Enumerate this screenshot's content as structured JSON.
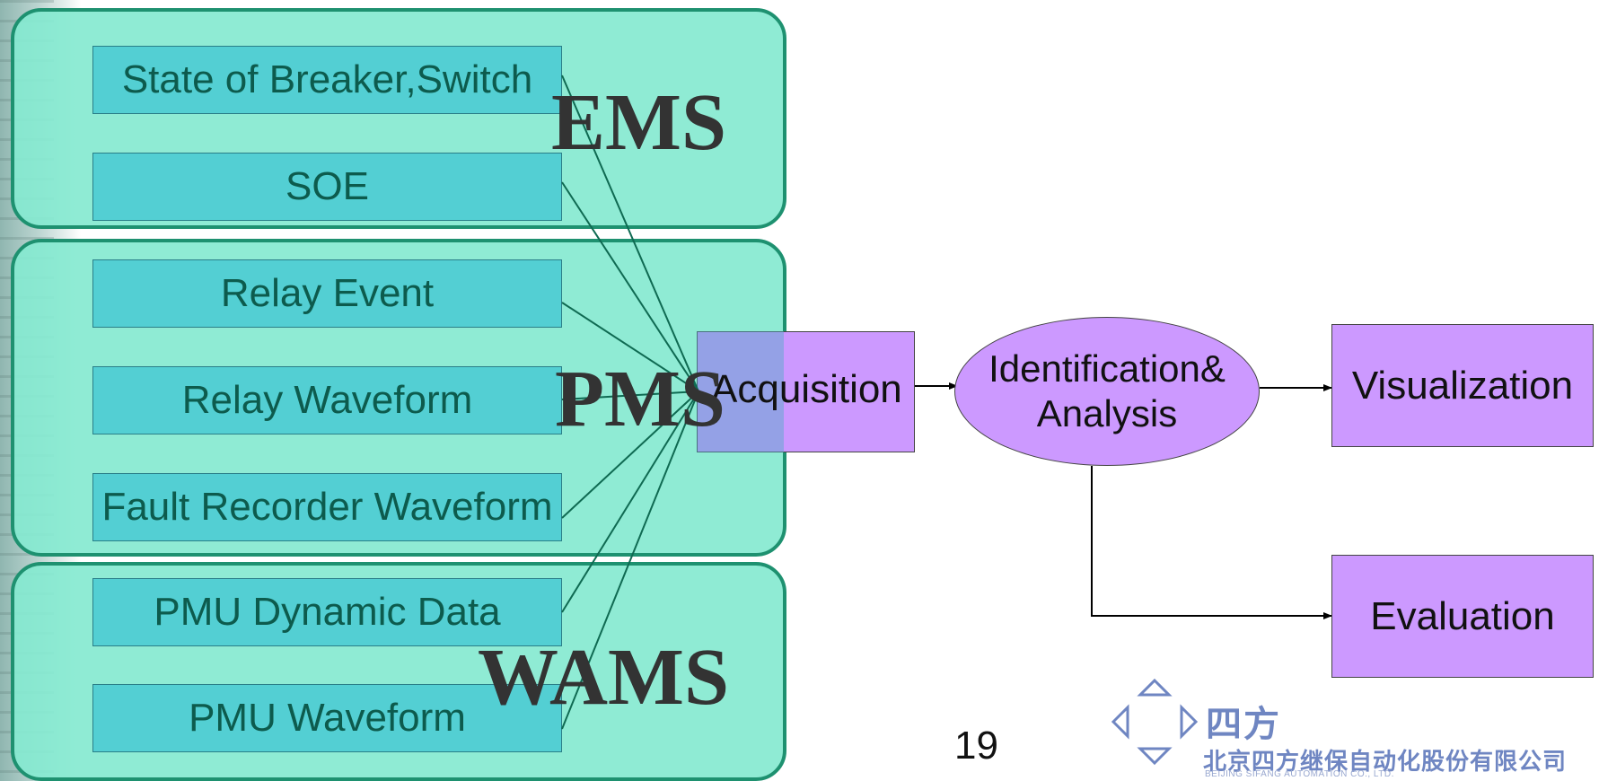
{
  "groups": [
    {
      "label": "EMS"
    },
    {
      "label": "PMS"
    },
    {
      "label": "WAMS"
    }
  ],
  "sources": [
    "State of Breaker,Switch",
    "SOE",
    "Relay Event",
    "Relay Waveform",
    "Fault Recorder Waveform",
    "PMU Dynamic Data",
    "PMU Waveform"
  ],
  "process": {
    "acquisition": "Acquisition",
    "identification_line1": "Identification&",
    "identification_line2": "Analysis",
    "visualization": "Visualization",
    "evaluation": "Evaluation"
  },
  "footer": {
    "page_number": "19",
    "logo_title": "四方",
    "logo_company": "北京四方继保自动化股份有限公司",
    "logo_english": "BEIJING SIFANG AUTOMATION CO., LTD."
  },
  "colors": {
    "group_fill": "#85e9d0",
    "group_border": "#1e9170",
    "source_fill": "#53cfd3",
    "process_fill": "#cc99ff",
    "logo": "#6f86c2"
  }
}
